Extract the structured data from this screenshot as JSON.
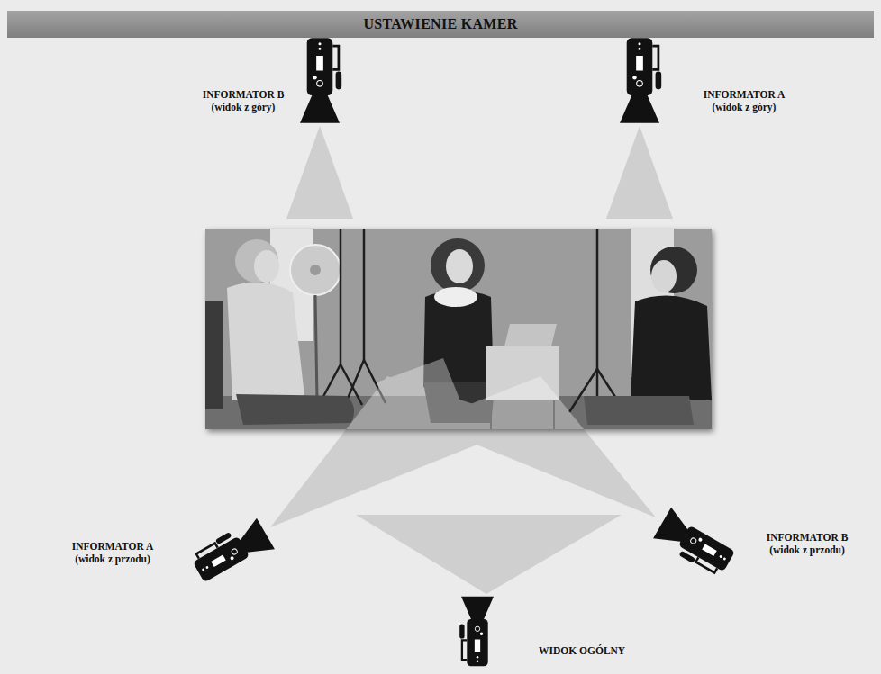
{
  "diagram": {
    "title": "USTAWIENIE KAMER",
    "labels": [
      "INFORMATOR B (widok z góry)",
      "INFORMATOR A (widok z góry)",
      "INFORMATOR A (widok z przodu)",
      "INFORMATOR B (widok z przodu)",
      "WIDOK OGÓLNY"
    ]
  }
}
